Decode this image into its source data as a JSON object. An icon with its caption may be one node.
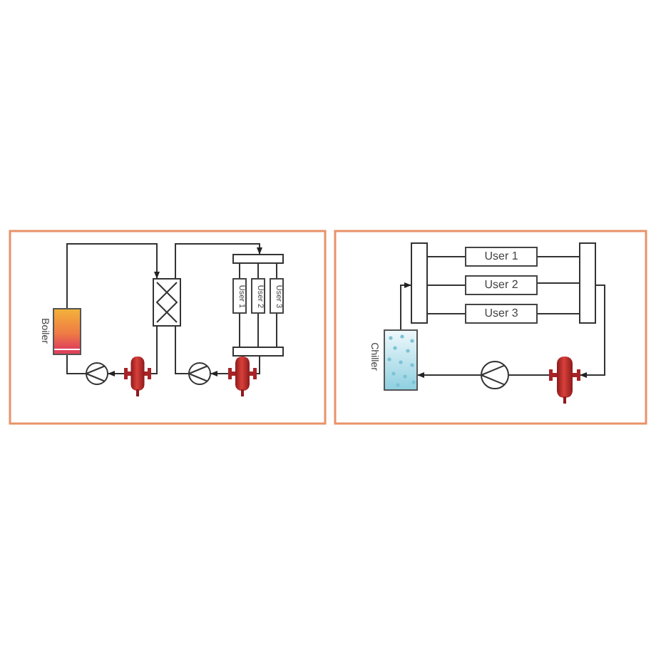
{
  "diagram": {
    "nodes": [
      {
        "text": [
          "Boiler"
        ]
      },
      {
        "text": [],
        "shape": "circle"
      },
      {
        "text": [],
        "shape": "vessel"
      },
      {
        "text": [],
        "shape": "box"
      },
      {
        "text": [],
        "shape": "circle"
      },
      {
        "text": [],
        "shape": "vessel"
      },
      {
        "text": [],
        "shape": "bar"
      },
      {
        "text": [],
        "shape": "bar"
      },
      {
        "text": [
          "User 1"
        ]
      },
      {
        "text": [
          "User 2"
        ]
      },
      {
        "text": [
          "User 3"
        ]
      },
      {
        "text": [],
        "shape": "bar"
      },
      {
        "text": [
          "User 1"
        ]
      },
      {
        "text": [
          "User 2"
        ]
      },
      {
        "text": [
          "User 3"
        ]
      },
      {
        "text": [],
        "shape": "bar"
      },
      {
        "text": [
          "Chiller"
        ]
      },
      {
        "text": [],
        "shape": "circle"
      },
      {
        "text": [],
        "shape": "vessel"
      }
    ],
    "edges": [
      {
        "from": 0,
        "to": 3,
        "arrow": "to"
      },
      {
        "from": 3,
        "to": 2,
        "arrow": "none"
      },
      {
        "from": 2,
        "to": 1,
        "arrow": "to"
      },
      {
        "from": 1,
        "to": 0,
        "arrow": "none"
      },
      {
        "from": 3,
        "to": 6,
        "arrow": "to"
      },
      {
        "from": 6,
        "to": 8,
        "arrow": "none"
      },
      {
        "from": 6,
        "to": 9,
        "arrow": "none"
      },
      {
        "from": 6,
        "to": 10,
        "arrow": "none"
      },
      {
        "from": 8,
        "to": 7,
        "arrow": "none"
      },
      {
        "from": 9,
        "to": 7,
        "arrow": "none"
      },
      {
        "from": 10,
        "to": 7,
        "arrow": "none"
      },
      {
        "from": 7,
        "to": 5,
        "arrow": "none"
      },
      {
        "from": 5,
        "to": 4,
        "arrow": "to"
      },
      {
        "from": 4,
        "to": 3,
        "arrow": "none"
      },
      {
        "from": 16,
        "to": 11,
        "arrow": "to"
      },
      {
        "from": 11,
        "to": 12,
        "arrow": "none"
      },
      {
        "from": 11,
        "to": 13,
        "arrow": "none"
      },
      {
        "from": 11,
        "to": 14,
        "arrow": "none"
      },
      {
        "from": 12,
        "to": 15,
        "arrow": "none"
      },
      {
        "from": 13,
        "to": 15,
        "arrow": "none"
      },
      {
        "from": 14,
        "to": 15,
        "arrow": "none"
      },
      {
        "from": 15,
        "to": 18,
        "arrow": "to"
      },
      {
        "from": 18,
        "to": 17,
        "arrow": "none"
      },
      {
        "from": 17,
        "to": 16,
        "arrow": "to"
      }
    ]
  }
}
